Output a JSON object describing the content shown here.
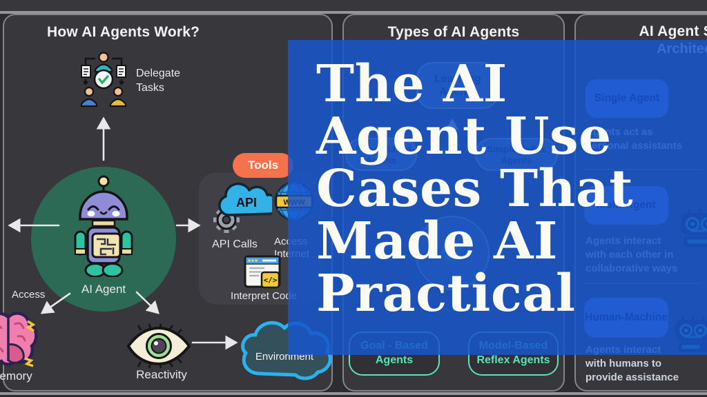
{
  "panel_how": {
    "title": "How AI Agents Work?",
    "delegate_line1": "Delegate",
    "delegate_line2": "Tasks",
    "agent_label": "AI Agent",
    "access_label": "Access",
    "memory_label": "Memory",
    "reactivity_label": "Reactivity",
    "environment_label": "Environment",
    "tools_badge": "Tools",
    "api_icon_text": "API",
    "api_label": "API Calls",
    "www_text": "WWW",
    "internet_line1": "Access",
    "internet_line2": "Internet",
    "code_glyph": "</>",
    "code_label": "Interpret Code"
  },
  "panel_types": {
    "title": "Types of AI Agents",
    "learning": [
      "Learning",
      "Agents"
    ],
    "utility": [
      "Utility - Based",
      "Agents"
    ],
    "simple": [
      "Simple Reflex",
      "Agents"
    ],
    "goal": [
      "Goal - Based",
      "Agents"
    ],
    "model": [
      "Model-Based",
      "Reflex Agents"
    ]
  },
  "panel_arch": {
    "title": "AI Agent System",
    "subtitle": "Architecture",
    "cards": [
      {
        "label": "Single Agent",
        "lines": [
          "Agents act as",
          "personal assistants"
        ]
      },
      {
        "label": "Multi-Agent",
        "lines": [
          "Agents interact",
          "with each other in",
          "collaborative ways"
        ]
      },
      {
        "label": "Human-Machine",
        "lines": [
          "Agents interact",
          "with humans to",
          "provide assistance"
        ]
      }
    ]
  },
  "overlay": {
    "title_lines": [
      "The AI",
      "Agent Use",
      "Cases That",
      "Made AI",
      "Practical"
    ]
  },
  "icons": [
    "delegate-tasks-icon",
    "robot-icon",
    "brain-icon",
    "eye-icon",
    "cloud-environment-icon",
    "api-cloud-gear-icon",
    "globe-www-icon",
    "code-window-icon",
    "robot-head-icon"
  ],
  "colors": {
    "overlay_blue": "#1856cd",
    "panel_bg": "#37373c",
    "panel_border": "#85858a",
    "teal_accent": "#5fe2b8",
    "tools_orange": "#f5724c",
    "agent_circle_green": "#2c6a56",
    "cloud_blue": "#2ab2ee",
    "bubble_indigo": "#5f7df2",
    "title_white": "#fbfbf3"
  }
}
